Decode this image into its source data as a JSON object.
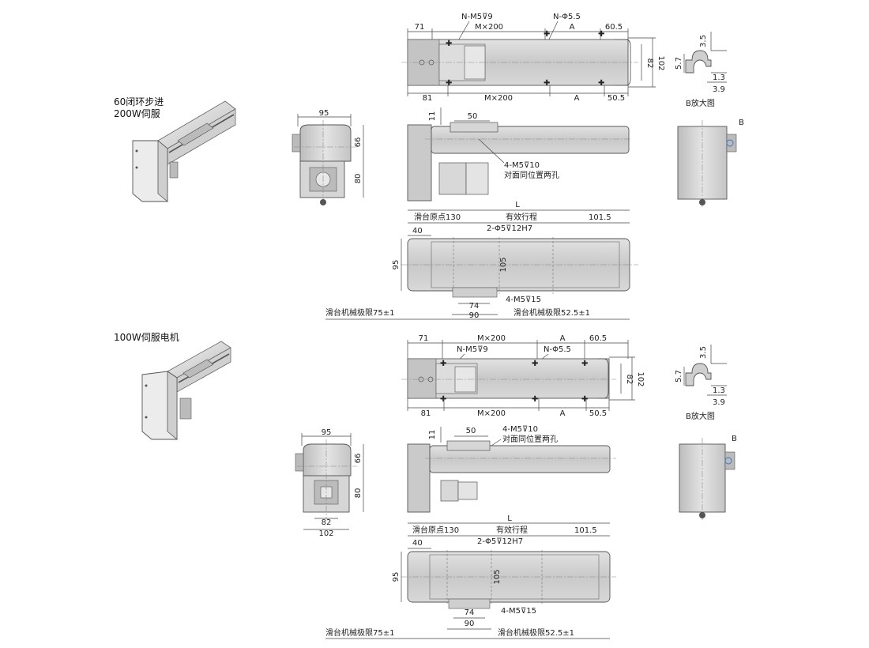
{
  "sections": [
    {
      "title_lines": [
        "60闭环步进",
        "200W伺服"
      ],
      "top": {
        "dims_top": [
          "71",
          "M×200",
          "A",
          "60.5"
        ],
        "notes": [
          "N-M5⊽9",
          "N-Φ5.5"
        ],
        "dims_bottom": [
          "81",
          "M×200",
          "A",
          "50.5"
        ],
        "dims_right": [
          "82",
          "102"
        ]
      },
      "detail": {
        "dims": [
          "3.5",
          "5.7",
          "1.3",
          "3.9"
        ],
        "caption": "B放大图"
      },
      "end_view": {
        "width": "95",
        "heights": [
          "66",
          "80"
        ]
      },
      "side": {
        "dims": [
          "11",
          "50"
        ],
        "notes": [
          "4-M5⊽10",
          "对面同位置两孔"
        ],
        "tag": "B"
      },
      "bottom": {
        "L": "L",
        "dims_top": [
          "滑台原点130",
          "有效行程",
          "101.5"
        ],
        "d40": "40",
        "hole_note": "2-Φ5⊽12H7",
        "height": "95",
        "inner": "105",
        "dims_bottom": [
          "74",
          "90"
        ],
        "bolt_note": "4-M5⊽15",
        "limits": [
          "滑台机械极限75±1",
          "滑台机械极限52.5±1"
        ]
      }
    },
    {
      "title_lines": [
        "100W伺服电机"
      ],
      "top": {
        "dims_top": [
          "71",
          "M×200",
          "A",
          "60.5"
        ],
        "notes": [
          "N-M5⊽9",
          "N-Φ5.5"
        ],
        "dims_bottom": [
          "81",
          "M×200",
          "A",
          "50.5"
        ],
        "dims_right": [
          "82",
          "102"
        ]
      },
      "detail": {
        "dims": [
          "3.5",
          "5.7",
          "1.3",
          "3.9"
        ],
        "caption": "B放大图"
      },
      "end_view": {
        "width": "95",
        "heights": [
          "66",
          "80"
        ],
        "bottom_dims": [
          "82",
          "102"
        ]
      },
      "side": {
        "dims": [
          "11",
          "50"
        ],
        "notes": [
          "4-M5⊽10",
          "对面同位置两孔"
        ],
        "tag": "B"
      },
      "bottom": {
        "L": "L",
        "dims_top": [
          "滑台原点130",
          "有效行程",
          "101.5"
        ],
        "d40": "40",
        "hole_note": "2-Φ5⊽12H7",
        "height": "95",
        "inner": "105",
        "dims_bottom": [
          "74",
          "90"
        ],
        "bolt_note": "4-M5⊽15",
        "limits": [
          "滑台机械极限75±1",
          "滑台机械极限52.5±1"
        ]
      }
    }
  ]
}
